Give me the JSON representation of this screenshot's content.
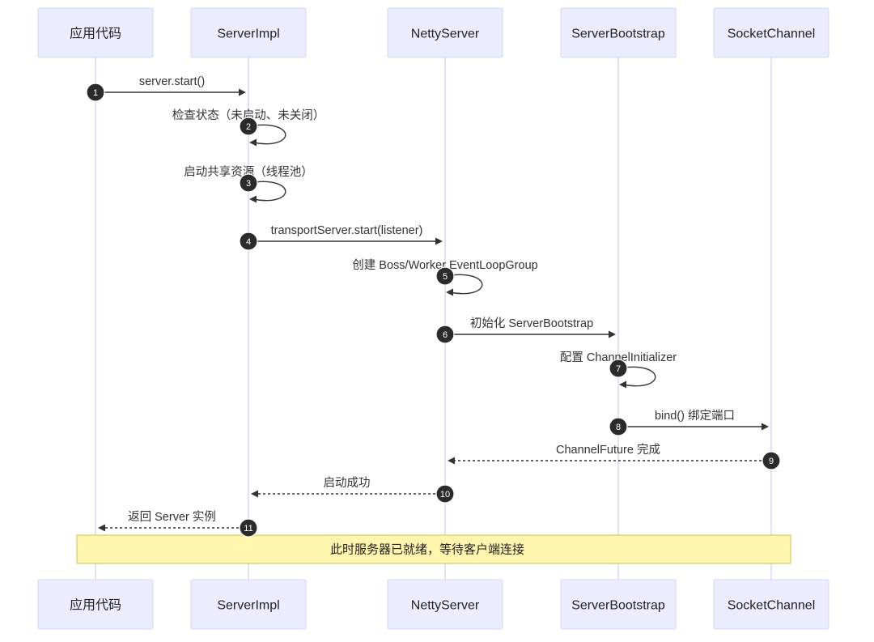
{
  "diagram": {
    "type": "sequence",
    "participants": [
      {
        "id": "app",
        "label": "应用代码"
      },
      {
        "id": "impl",
        "label": "ServerImpl"
      },
      {
        "id": "netty",
        "label": "NettyServer"
      },
      {
        "id": "boot",
        "label": "ServerBootstrap"
      },
      {
        "id": "sock",
        "label": "SocketChannel"
      }
    ],
    "messages": [
      {
        "n": "1",
        "from": "app",
        "to": "impl",
        "label": "server.start()",
        "style": "solid"
      },
      {
        "n": "2",
        "from": "impl",
        "to": "impl",
        "label": "检查状态（未启动、未关闭）",
        "style": "solid"
      },
      {
        "n": "3",
        "from": "impl",
        "to": "impl",
        "label": "启动共享资源（线程池）",
        "style": "solid"
      },
      {
        "n": "4",
        "from": "impl",
        "to": "netty",
        "label": "transportServer.start(listener)",
        "style": "solid"
      },
      {
        "n": "5",
        "from": "netty",
        "to": "netty",
        "label": "创建 Boss/Worker EventLoopGroup",
        "style": "solid"
      },
      {
        "n": "6",
        "from": "netty",
        "to": "boot",
        "label": "初始化 ServerBootstrap",
        "style": "solid"
      },
      {
        "n": "7",
        "from": "boot",
        "to": "boot",
        "label": "配置 ChannelInitializer",
        "style": "solid"
      },
      {
        "n": "8",
        "from": "boot",
        "to": "sock",
        "label": "bind() 绑定端口",
        "style": "solid"
      },
      {
        "n": "9",
        "from": "sock",
        "to": "netty",
        "label": "ChannelFuture 完成",
        "style": "dashed"
      },
      {
        "n": "10",
        "from": "netty",
        "to": "impl",
        "label": "启动成功",
        "style": "dashed"
      },
      {
        "n": "11",
        "from": "impl",
        "to": "app",
        "label": "返回 Server 实例",
        "style": "dashed"
      }
    ],
    "note": {
      "text": "此时服务器已就绪，等待客户端连接",
      "over": [
        "app",
        "sock"
      ]
    },
    "colors": {
      "actor_fill": "#ececff",
      "actor_border": "#d5d5f5",
      "lifeline": "#d8d8ee",
      "note_fill": "#fff5ad",
      "note_border": "#c8c258",
      "badge": "#2b2b2b"
    }
  }
}
